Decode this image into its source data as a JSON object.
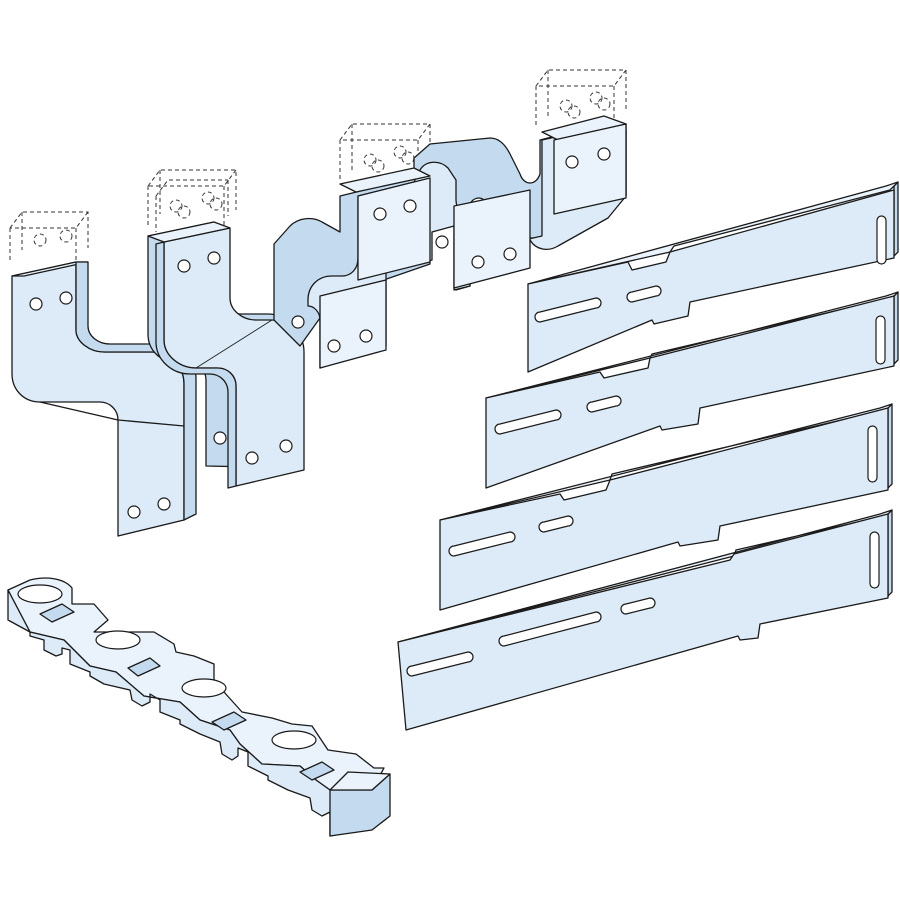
{
  "illustration": {
    "colors": {
      "background": "#ffffff",
      "part_fill": "#dcebf7",
      "part_fill_light": "#eaf3fb",
      "part_fill_dark": "#c4dbef",
      "outline": "#1a1a1a",
      "dashed_terminal": "#333333"
    },
    "parts": [
      {
        "name": "busbar-connector-single",
        "count": 1
      },
      {
        "name": "busbar-connector-double",
        "count": 1
      },
      {
        "name": "busbar-connector-z-shaped",
        "count": 1
      },
      {
        "name": "busbar-flat-bar",
        "count": 4
      },
      {
        "name": "busbar-support-block",
        "count": 1
      }
    ]
  }
}
